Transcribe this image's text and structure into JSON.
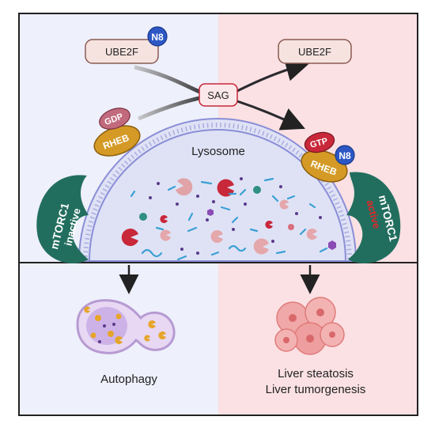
{
  "labels": {
    "ube2f_left": "UBE2F",
    "n8_left": "N8",
    "ube2f_right": "UBE2F",
    "sag": "SAG",
    "gdp": "GDP",
    "rheb_left": "RHEB",
    "gtp": "GTP",
    "n8_right": "N8",
    "rheb_right": "RHEB",
    "lysosome": "Lysosome",
    "mtorc1_left": "mTORC1",
    "inactive": "inactive",
    "mtorc1_right": "mTORC1",
    "active": "active",
    "autophagy": "Autophagy",
    "outcome_line1": "Liver steatosis",
    "outcome_line2": "Liver tumorgenesis"
  },
  "colors": {
    "left_bg": "#eef0fb",
    "right_bg": "#fbe1e4",
    "ube2f_fill": "#f6e3df",
    "n8_fill": "#2c57c4",
    "sag_fill": "#fbe8ea",
    "gdp_fill": "#c26a7d",
    "gtp_fill": "#c8283a",
    "rheb_fill": "#d49a25",
    "mtorc1_fill": "#226e5e",
    "active_text": "#e0282a",
    "lysosome_fill": "#dfe2f5",
    "membrane": "#8a8ed6"
  }
}
